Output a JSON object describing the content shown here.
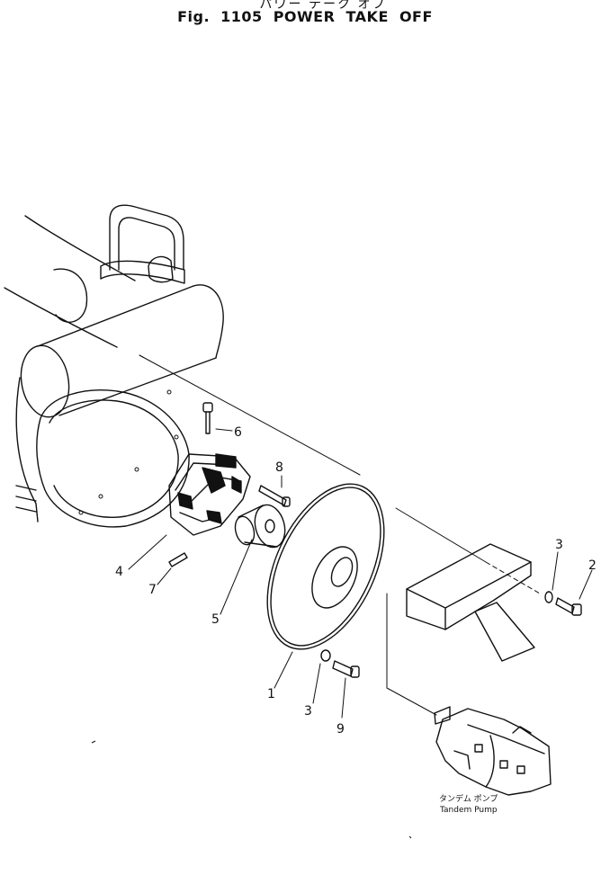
{
  "header": {
    "title_jp": "パワー テーク オフ",
    "title_en": "Fig. 1105   POWER TAKE OFF"
  },
  "callouts": {
    "c1": "1",
    "c2": "2",
    "c3a": "3",
    "c3b": "3",
    "c4": "4",
    "c5": "5",
    "c6": "6",
    "c7": "7",
    "c8": "8",
    "c9": "9"
  },
  "pump_label": {
    "jp": "タンデム ポンプ",
    "en": "Tandem Pump"
  }
}
